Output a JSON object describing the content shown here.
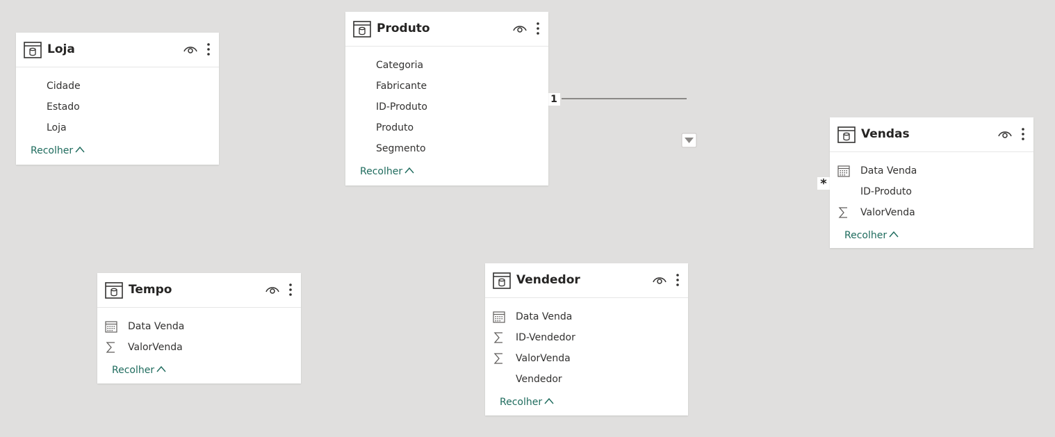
{
  "collapse_label": "Recolher",
  "tables": [
    {
      "name": "Loja",
      "fields": [
        {
          "label": "Cidade",
          "icon": "none"
        },
        {
          "label": "Estado",
          "icon": "none"
        },
        {
          "label": "Loja",
          "icon": "none"
        }
      ]
    },
    {
      "name": "Produto",
      "fields": [
        {
          "label": "Categoria",
          "icon": "none"
        },
        {
          "label": "Fabricante",
          "icon": "none"
        },
        {
          "label": "ID-Produto",
          "icon": "none"
        },
        {
          "label": "Produto",
          "icon": "none"
        },
        {
          "label": "Segmento",
          "icon": "none"
        }
      ]
    },
    {
      "name": "Vendas",
      "fields": [
        {
          "label": "Data Venda",
          "icon": "calendar-icon"
        },
        {
          "label": "ID-Produto",
          "icon": "none"
        },
        {
          "label": "ValorVenda",
          "icon": "sum-icon"
        }
      ]
    },
    {
      "name": "Tempo",
      "fields": [
        {
          "label": "Data Venda",
          "icon": "calendar-icon"
        },
        {
          "label": "ValorVenda",
          "icon": "sum-icon"
        }
      ]
    },
    {
      "name": "Vendedor",
      "fields": [
        {
          "label": "Data Venda",
          "icon": "calendar-icon"
        },
        {
          "label": "ID-Vendedor",
          "icon": "sum-icon"
        },
        {
          "label": "ValorVenda",
          "icon": "sum-icon"
        },
        {
          "label": "Vendedor",
          "icon": "none"
        }
      ]
    }
  ],
  "relationship": {
    "from_table": "Produto",
    "to_table": "Vendas",
    "from_cardinality": "1",
    "to_cardinality": "*",
    "filter_direction": "single"
  },
  "colors": {
    "canvas": "#e0dfde",
    "card": "#ffffff",
    "collapse_link": "#1e6b5d",
    "relationship_line": "#8a8886"
  }
}
